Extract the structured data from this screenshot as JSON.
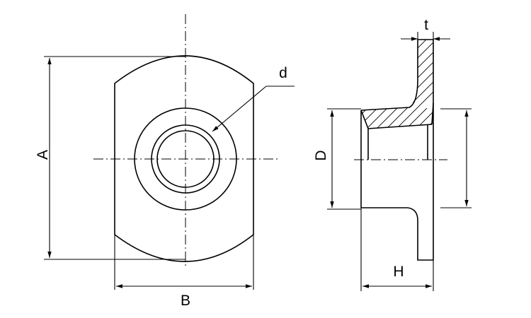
{
  "labels": {
    "A": "A",
    "B": "B",
    "d": "d",
    "D": "D",
    "H": "H",
    "t": "t"
  },
  "colors": {
    "line": "#000000",
    "background": "#ffffff"
  }
}
